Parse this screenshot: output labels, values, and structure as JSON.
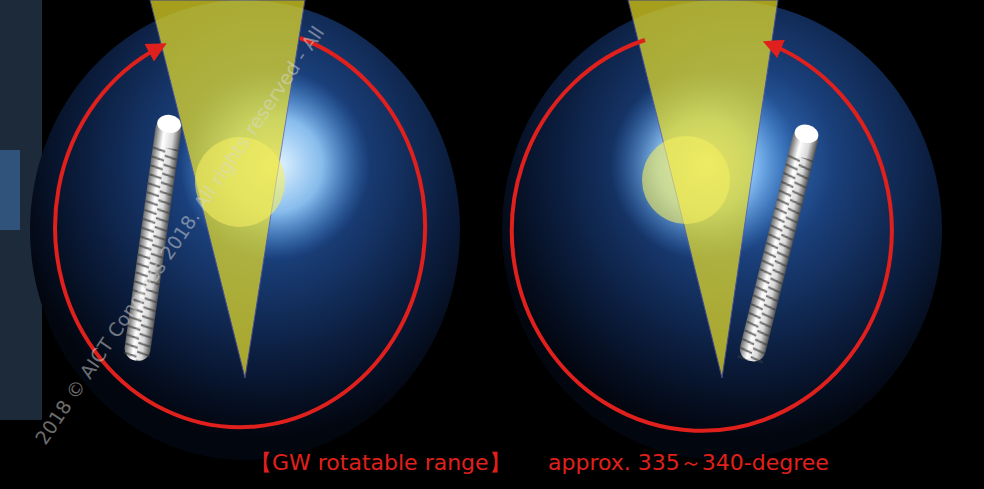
{
  "diagram": {
    "labels": [
      "【GW rotatable range】",
      "approx. 335～340-degree",
      "2018 © AICT Congress 2018. All rights reserved - All"
    ]
  }
}
